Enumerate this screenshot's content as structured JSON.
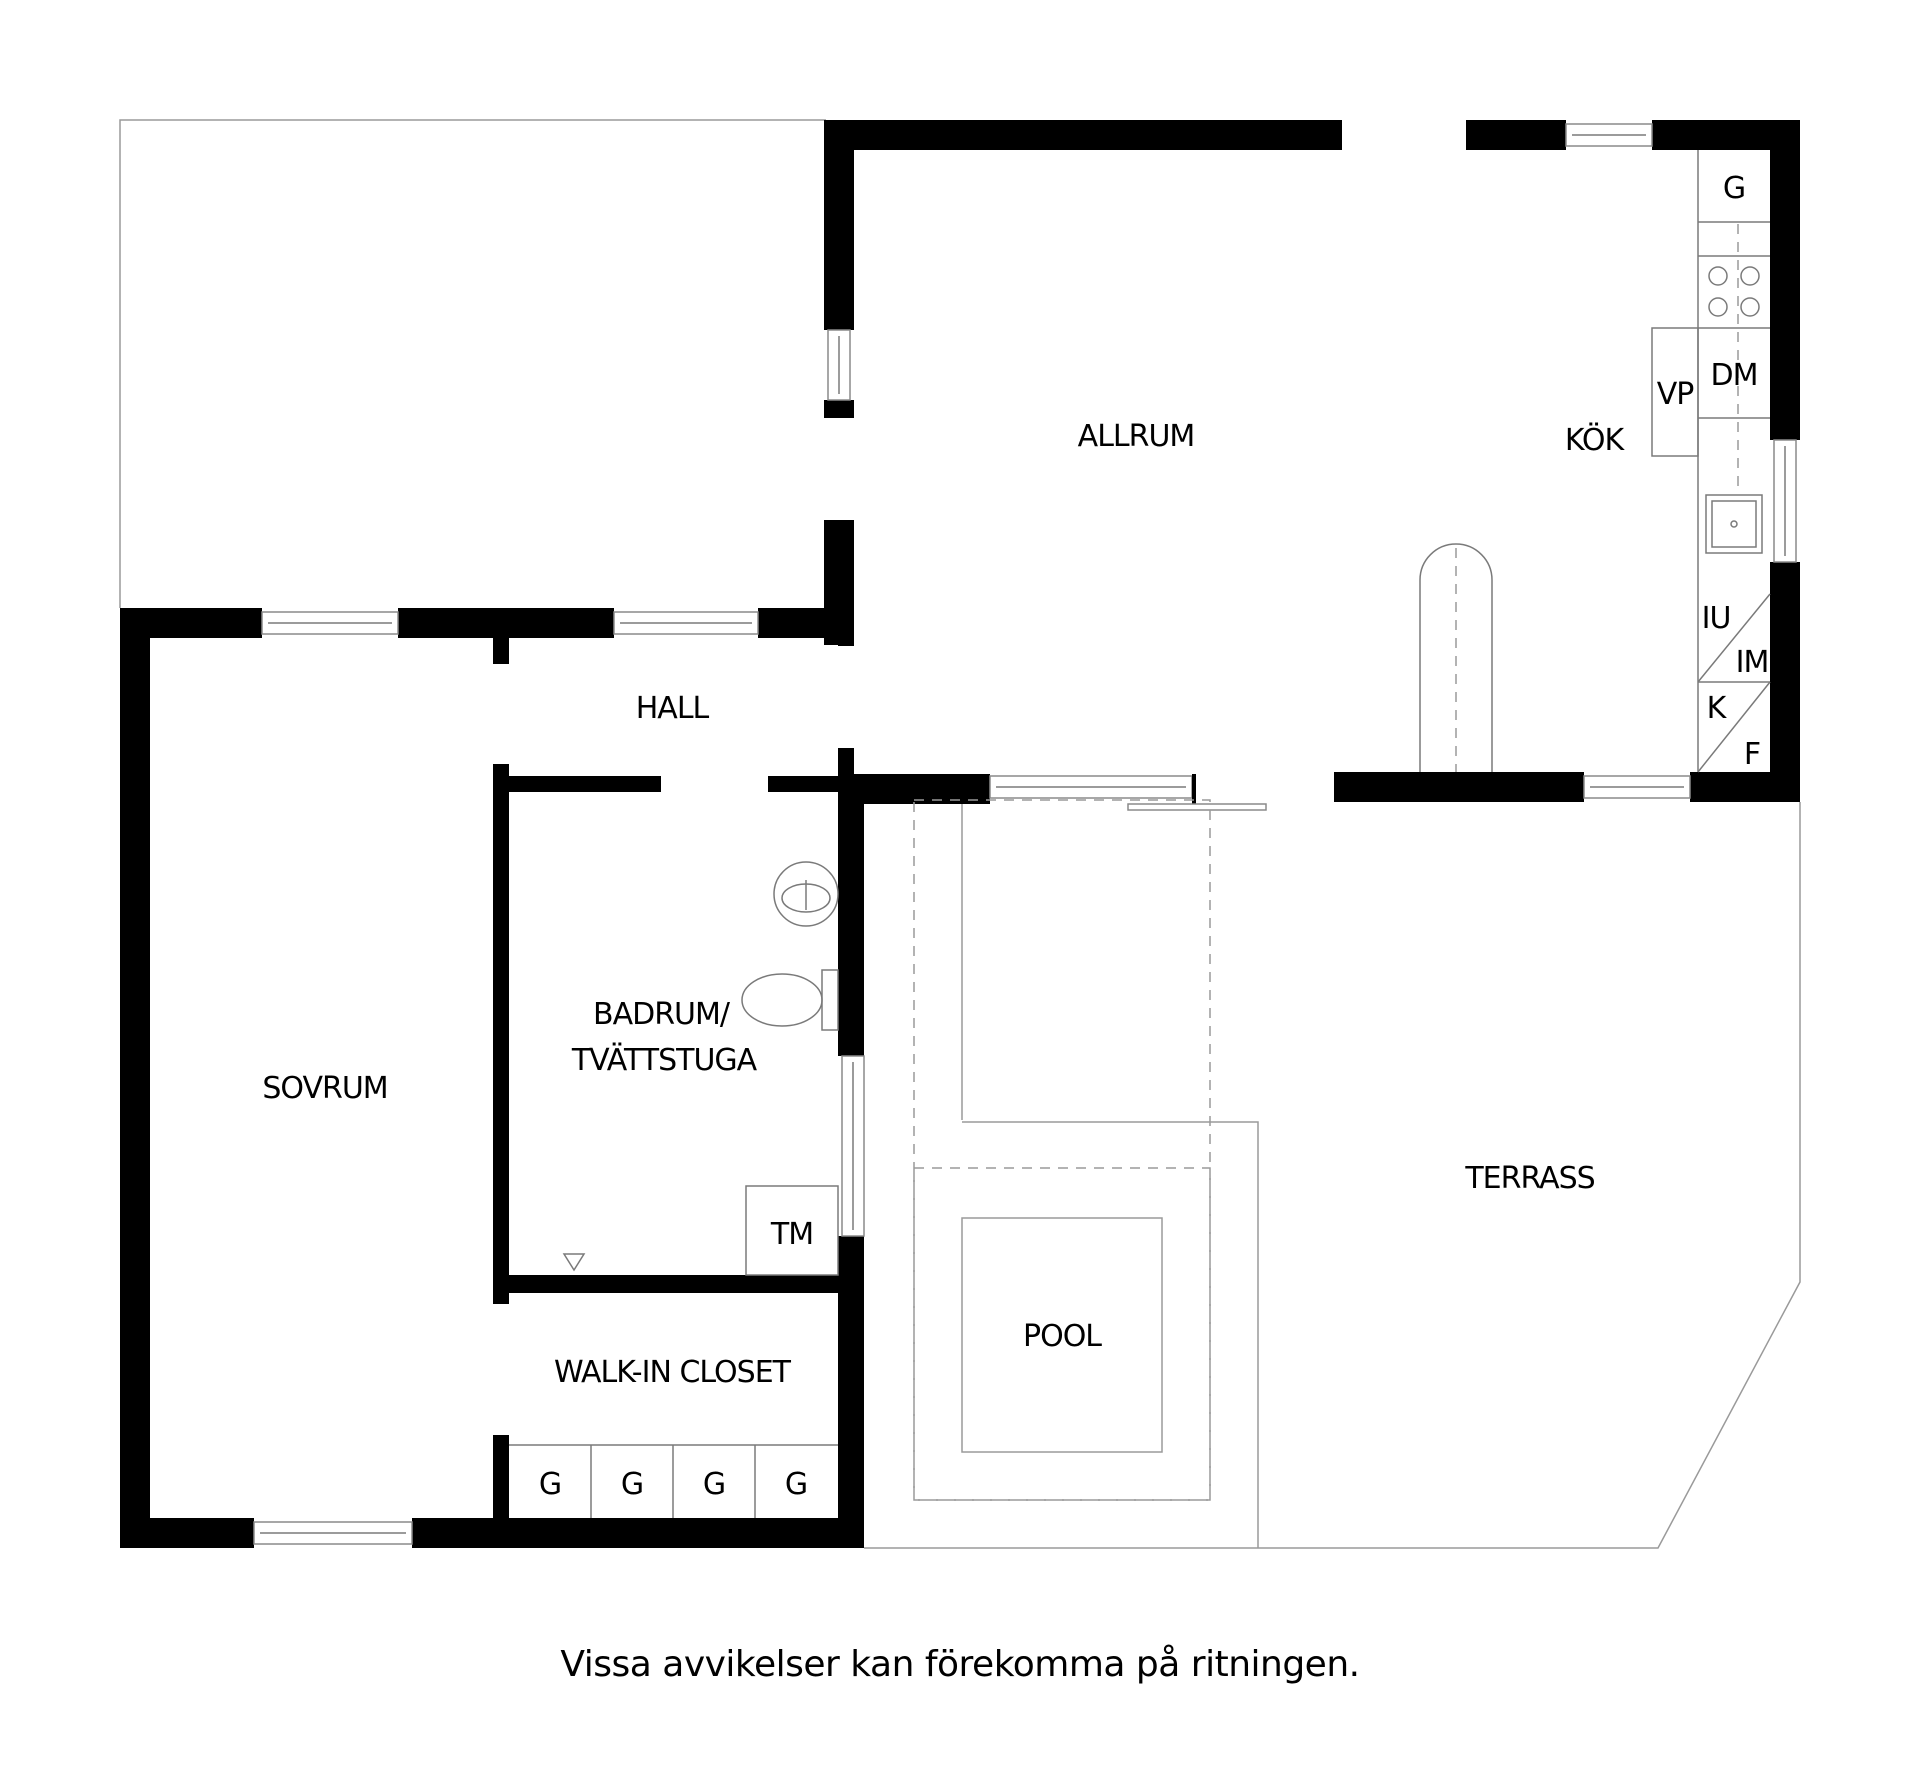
{
  "rooms": {
    "allrum": "ALLRUM",
    "kok": "KÖK",
    "hall": "HALL",
    "sovrum": "SOVRUM",
    "badrum_line1": "BADRUM/",
    "badrum_line2": "TVÄTTSTUGA",
    "walkin": "WALK-IN CLOSET",
    "terrass": "TERRASS",
    "pool": "POOL"
  },
  "fixtures": {
    "kitchen_g": "G",
    "vp": "VP",
    "dm": "DM",
    "iu": "IU",
    "im": "IM",
    "k": "K",
    "f": "F",
    "tm": "TM",
    "closet_g": [
      "G",
      "G",
      "G",
      "G"
    ]
  },
  "caption": "Vissa avvikelser kan förekomma på ritningen.",
  "colors": {
    "wall": "#000000",
    "line": "#9a9a9a",
    "background": "#ffffff"
  }
}
